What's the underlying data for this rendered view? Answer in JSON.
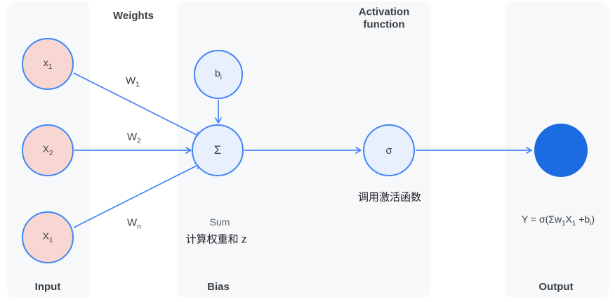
{
  "colors": {
    "accent_blue": "#4285f4",
    "node_pink_fill": "#f8d7d2",
    "node_blue_fill": "#e8f0fe",
    "output_fill": "#1b6ce0",
    "panel_bg": "#f6f8fa",
    "text_dark": "#3c4043",
    "text_gray": "#5f6368"
  },
  "headers": {
    "input": "Input",
    "weights": "Weights",
    "bias": "Bias",
    "activation_line1": "Activation",
    "activation_line2": "function",
    "output": "Output"
  },
  "nodes": {
    "x1": {
      "base": "x",
      "sub": "1"
    },
    "x2": {
      "base": "X",
      "sub": "2"
    },
    "x3": {
      "base": "X",
      "sub": "1"
    },
    "bias": {
      "base": "b",
      "sub": "i"
    },
    "sum": {
      "symbol": "Σ"
    },
    "activation": {
      "symbol": "σ"
    }
  },
  "weights": {
    "w1": {
      "base": "W",
      "sub": "1"
    },
    "w2": {
      "base": "W",
      "sub": "2"
    },
    "wn": {
      "base": "W",
      "sub": "n"
    }
  },
  "captions": {
    "sum_en": "Sum",
    "sum_zh": "计算权重和 z",
    "activation_zh": "调用激活函数"
  },
  "formula": {
    "p1": "Y = σ(Σw",
    "s1": "1",
    "p2": "X",
    "s2": "1",
    "p3": " +b",
    "s3": "i",
    "p4": ")"
  }
}
